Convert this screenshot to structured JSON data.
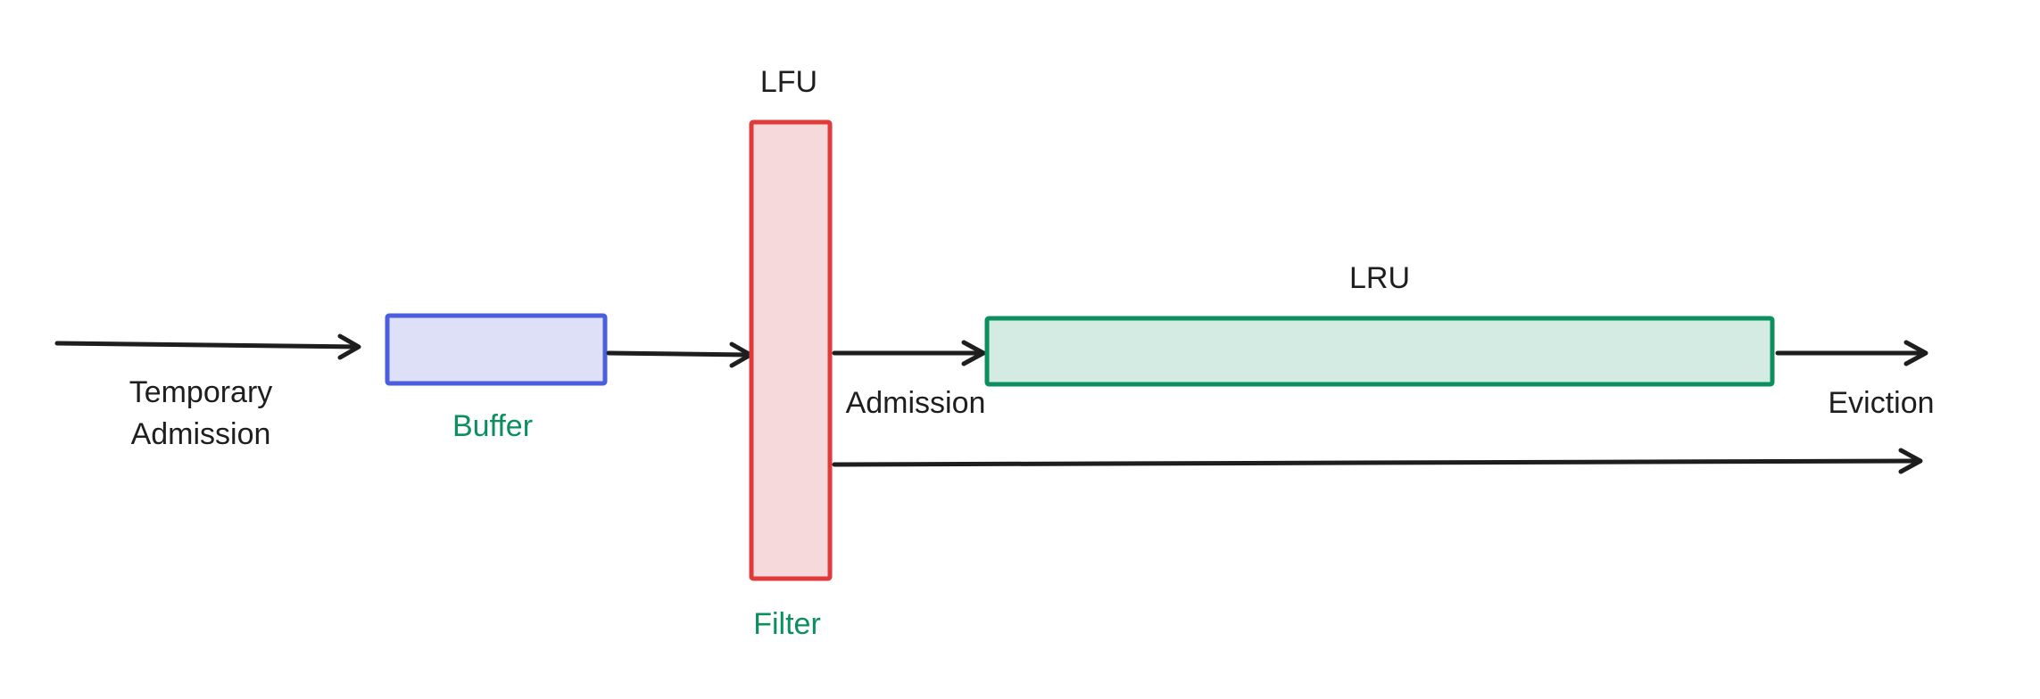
{
  "colors": {
    "ink": "#1e1e1e",
    "label_green": "#0b8f5f",
    "buffer_stroke": "#4a5ee0",
    "buffer_fill": "#dde0f7",
    "filter_stroke": "#e03a3a",
    "filter_fill": "#f6dadb",
    "lru_stroke": "#0b8f5f",
    "lru_fill": "#d3ebe2"
  },
  "labels": {
    "temporary_line1": "Temporary",
    "temporary_line2": "Admission",
    "buffer": "Buffer",
    "lfu": "LFU",
    "filter": "Filter",
    "admission": "Admission",
    "lru": "LRU",
    "eviction": "Eviction"
  },
  "edges": [
    {
      "from": "input",
      "to": "buffer"
    },
    {
      "from": "buffer",
      "to": "filter"
    },
    {
      "from": "filter",
      "to": "lru",
      "label": "Admission"
    },
    {
      "from": "lru",
      "to": "output",
      "label": "Eviction"
    },
    {
      "from": "filter",
      "to": "output"
    }
  ]
}
